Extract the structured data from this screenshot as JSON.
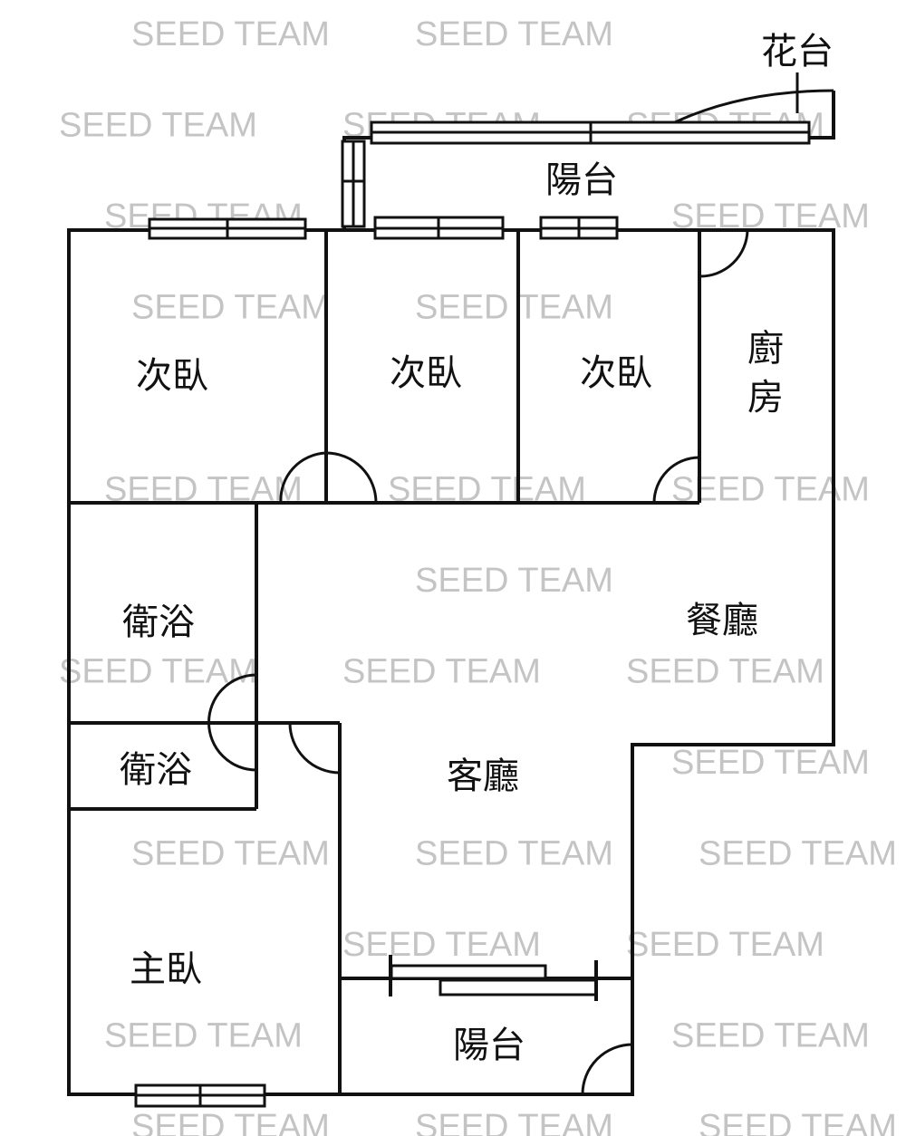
{
  "watermark": "SEED TEAM",
  "rooms": {
    "bedroom_1": "次臥",
    "bedroom_2": "次臥",
    "bedroom_3": "次臥",
    "kitchen_line1": "廚",
    "kitchen_line2": "房",
    "bathroom_1": "衛浴",
    "bathroom_2": "衛浴",
    "dining": "餐廳",
    "living": "客廳",
    "master_bedroom": "主臥",
    "balcony_top": "陽台",
    "balcony_bottom": "陽台",
    "planter": "花台"
  }
}
